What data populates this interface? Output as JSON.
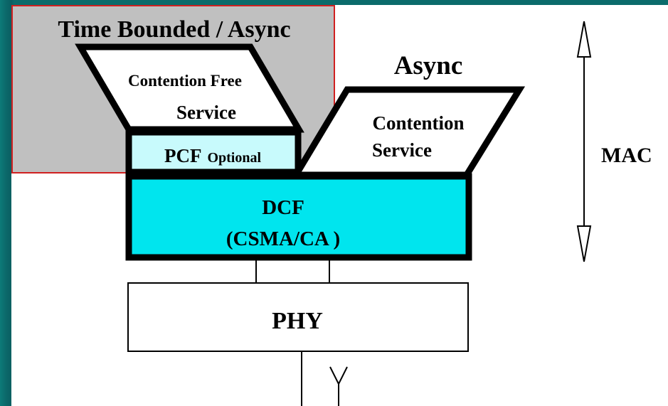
{
  "diagram": {
    "region_title": "Time Bounded / Async",
    "async_title": "Async",
    "contention_free": {
      "line1": "Contention Free",
      "line2": "Service"
    },
    "contention": {
      "line1": "Contention",
      "line2": "Service"
    },
    "pcf": {
      "main": "PCF",
      "sub": "Optional"
    },
    "dcf": {
      "line1": "DCF",
      "line2": "(CSMA/CA )"
    },
    "phy": "PHY",
    "mac": "MAC"
  },
  "colors": {
    "highlight_fill": "#c0c0c0",
    "highlight_border": "#d02020",
    "dcf_fill": "#00e5ee",
    "pcf_fill": "#c8fafc",
    "background": "#ffffff",
    "frame": "#0b6b6b"
  }
}
